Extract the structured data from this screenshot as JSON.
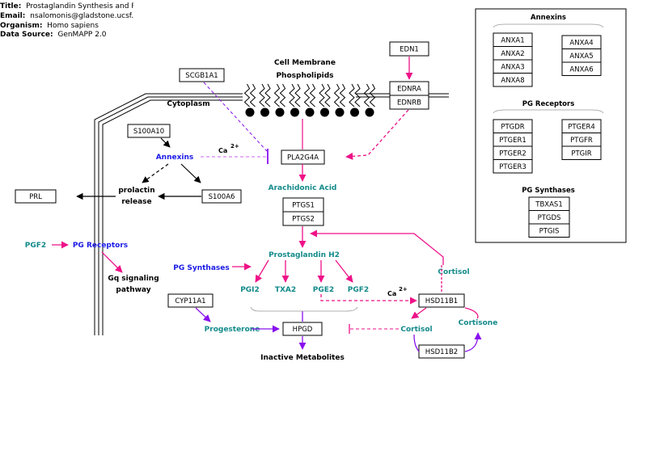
{
  "header": {
    "title_label": "Title:",
    "title": "Prostaglandin Synthesis and Reg",
    "email_label": "Email:",
    "email": "nsalomonis@gladstone.ucsf.edu",
    "organism_label": "Organism:",
    "organism": "Homo sapiens",
    "source_label": "Data Source:",
    "source": "GenMAPP 2.0"
  },
  "membrane": {
    "line1": "Cell Membrane",
    "line2": "Phospholipids",
    "cytoplasm": "Cytoplasm"
  },
  "genes": {
    "scgb1a1": "SCGB1A1",
    "edn1": "EDN1",
    "ednra": "EDNRA",
    "ednrb": "EDNRB",
    "s100a10": "S100A10",
    "pla2g4a": "PLA2G4A",
    "prl": "PRL",
    "s100a6": "S100A6",
    "ptgs1": "PTGS1",
    "ptgs2": "PTGS2",
    "cyp11a1": "CYP11A1",
    "hpgd": "HPGD",
    "hsd11b1": "HSD11B1",
    "hsd11b2": "HSD11B2"
  },
  "labels": {
    "annexins": "Annexins",
    "ca": "Ca",
    "ca_sup": "2+",
    "prolactin1": "prolactin",
    "prolactin2": "release",
    "arachidonic": "Arachidonic Acid",
    "pgf2_left": "PGF2",
    "pg_receptors": "PG Receptors",
    "gq1": "Gq signaling",
    "gq2": "pathway",
    "pg_synthases": "PG Synthases",
    "pgh2": "Prostaglandin H2",
    "pgi2": "PGI2",
    "txa2": "TXA2",
    "pge2": "PGE2",
    "pgf2": "PGF2",
    "cortisol_top": "Cortisol",
    "ca2": "Ca",
    "ca2_sup": "2+",
    "progesterone": "Progesterone",
    "cortisol_mid": "Cortisol",
    "cortisone": "Cortisone",
    "inactive": "Inactive Metabolites"
  },
  "legend": {
    "annexins_title": "Annexins",
    "annexins_col1": [
      "ANXA1",
      "ANXA2",
      "ANXA3",
      "ANXA8"
    ],
    "annexins_col2": [
      "ANXA4",
      "ANXA5",
      "ANXA6"
    ],
    "receptors_title": "PG Receptors",
    "receptors_col1": [
      "PTGDR",
      "PTGER1",
      "PTGER2",
      "PTGER3"
    ],
    "receptors_col2": [
      "PTGER4",
      "PTGFR",
      "PTGIR"
    ],
    "synthases_title": "PG Synthases",
    "synthases": [
      "TBXAS1",
      "PTGDS",
      "PTGIS"
    ]
  },
  "colors": {
    "magenta": "#ee1188",
    "purple": "#8811ee",
    "teal": "#138a8a",
    "blue": "#1a1ae6",
    "black": "#000000"
  }
}
